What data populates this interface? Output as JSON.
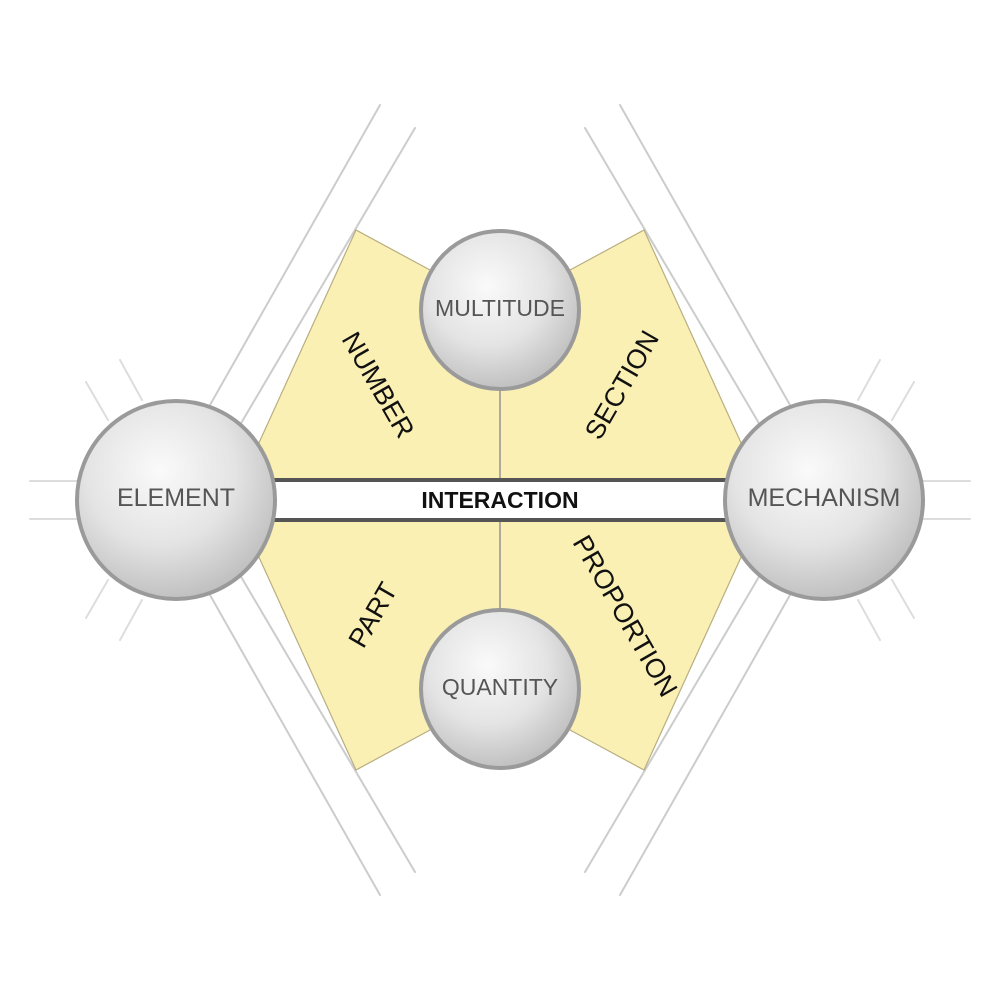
{
  "diagram": {
    "center_label": "INTERACTION",
    "nodes": {
      "left": "ELEMENT",
      "top": "MULTITUDE",
      "right": "MECHANISM",
      "bottom": "QUANTITY"
    },
    "sectors": {
      "top_left": "NUMBER",
      "top_right": "SECTION",
      "bottom_left": "PART",
      "bottom_right": "PROPORTION"
    },
    "colors": {
      "sector_fill": "#faf0b4",
      "sector_stroke": "#b8ae80",
      "node_light": "#f8f8f8",
      "node_dark": "#c6c6c6",
      "node_stroke": "#9a9a9a",
      "band_stroke": "#555555",
      "guide_line": "#c8c8c8"
    }
  }
}
